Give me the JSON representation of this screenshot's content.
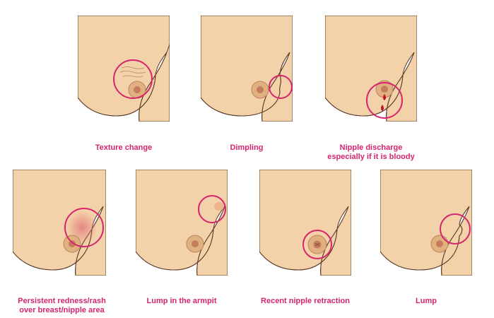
{
  "colors": {
    "skin": "#f3d2a9",
    "outline": "#5a3a28",
    "areola": "#e1b07f",
    "areola_ring": "#b98462",
    "nipple": "#c97a5e",
    "highlight_circle": "#d6246e",
    "caption": "#d6246e",
    "blood": "#c8102e",
    "redness": "#e8908c"
  },
  "panels": [
    {
      "id": "texture-change",
      "caption": [
        "Texture change"
      ],
      "icon": "texture-lines"
    },
    {
      "id": "dimpling",
      "caption": [
        "Dimpling"
      ],
      "icon": "dimple-contour"
    },
    {
      "id": "nipple-discharge",
      "caption": [
        "Nipple discharge",
        "especially if it is bloody"
      ],
      "icon": "blood-drops"
    },
    {
      "id": "persistent-redness",
      "caption": [
        "Persistent redness/rash",
        "over breast/nipple area"
      ],
      "icon": "redness-patch"
    },
    {
      "id": "lump-armpit",
      "caption": [
        "Lump in the armpit"
      ],
      "icon": "armpit-lump"
    },
    {
      "id": "nipple-retraction",
      "caption": [
        "Recent nipple retraction"
      ],
      "icon": "retracted-nipple"
    },
    {
      "id": "lump",
      "caption": [
        "Lump"
      ],
      "icon": "breast-lump"
    }
  ]
}
